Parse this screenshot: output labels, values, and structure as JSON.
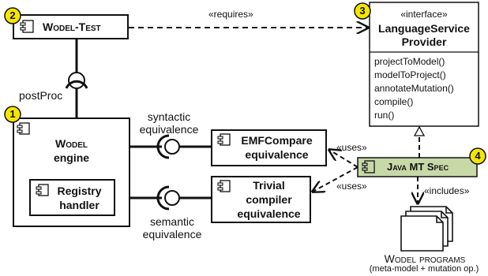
{
  "badges": [
    "1",
    "2",
    "3",
    "4"
  ],
  "wodel_test": {
    "label": "Wodel-Test"
  },
  "wodel_engine": {
    "title_line1": "Wodel",
    "title_line2": "engine"
  },
  "registry_handler": {
    "line1": "Registry",
    "line2": "handler"
  },
  "interface": {
    "stereotype": "«interface»",
    "name_line1": "LanguageService",
    "name_line2": "Provider",
    "operations": [
      "projectToModel()",
      "modelToProject()",
      "annotateMutation()",
      "compile()",
      "run()"
    ]
  },
  "emfcompare": {
    "line1": "EMFCompare",
    "line2": "equivalence"
  },
  "trivial": {
    "line1": "Trivial",
    "line2": "compiler",
    "line3": "equivalence"
  },
  "java_spec": {
    "label": "Java MT Spec"
  },
  "relations": {
    "requires": "«requires»",
    "uses1": "«uses»",
    "uses2": "«uses»",
    "includes": "«includes»"
  },
  "ports": {
    "postproc": "postProc",
    "syntactic_line1": "syntactic",
    "syntactic_line2": "equivalence",
    "semantic_line1": "semantic",
    "semantic_line2": "equivalence"
  },
  "programs": {
    "title": "Wodel programs",
    "subtitle": "(meta-model + mutation op.)"
  },
  "colors": {
    "badge": "#f5e600",
    "java_spec_fill": "#c8d9a8",
    "line": "#111111"
  }
}
